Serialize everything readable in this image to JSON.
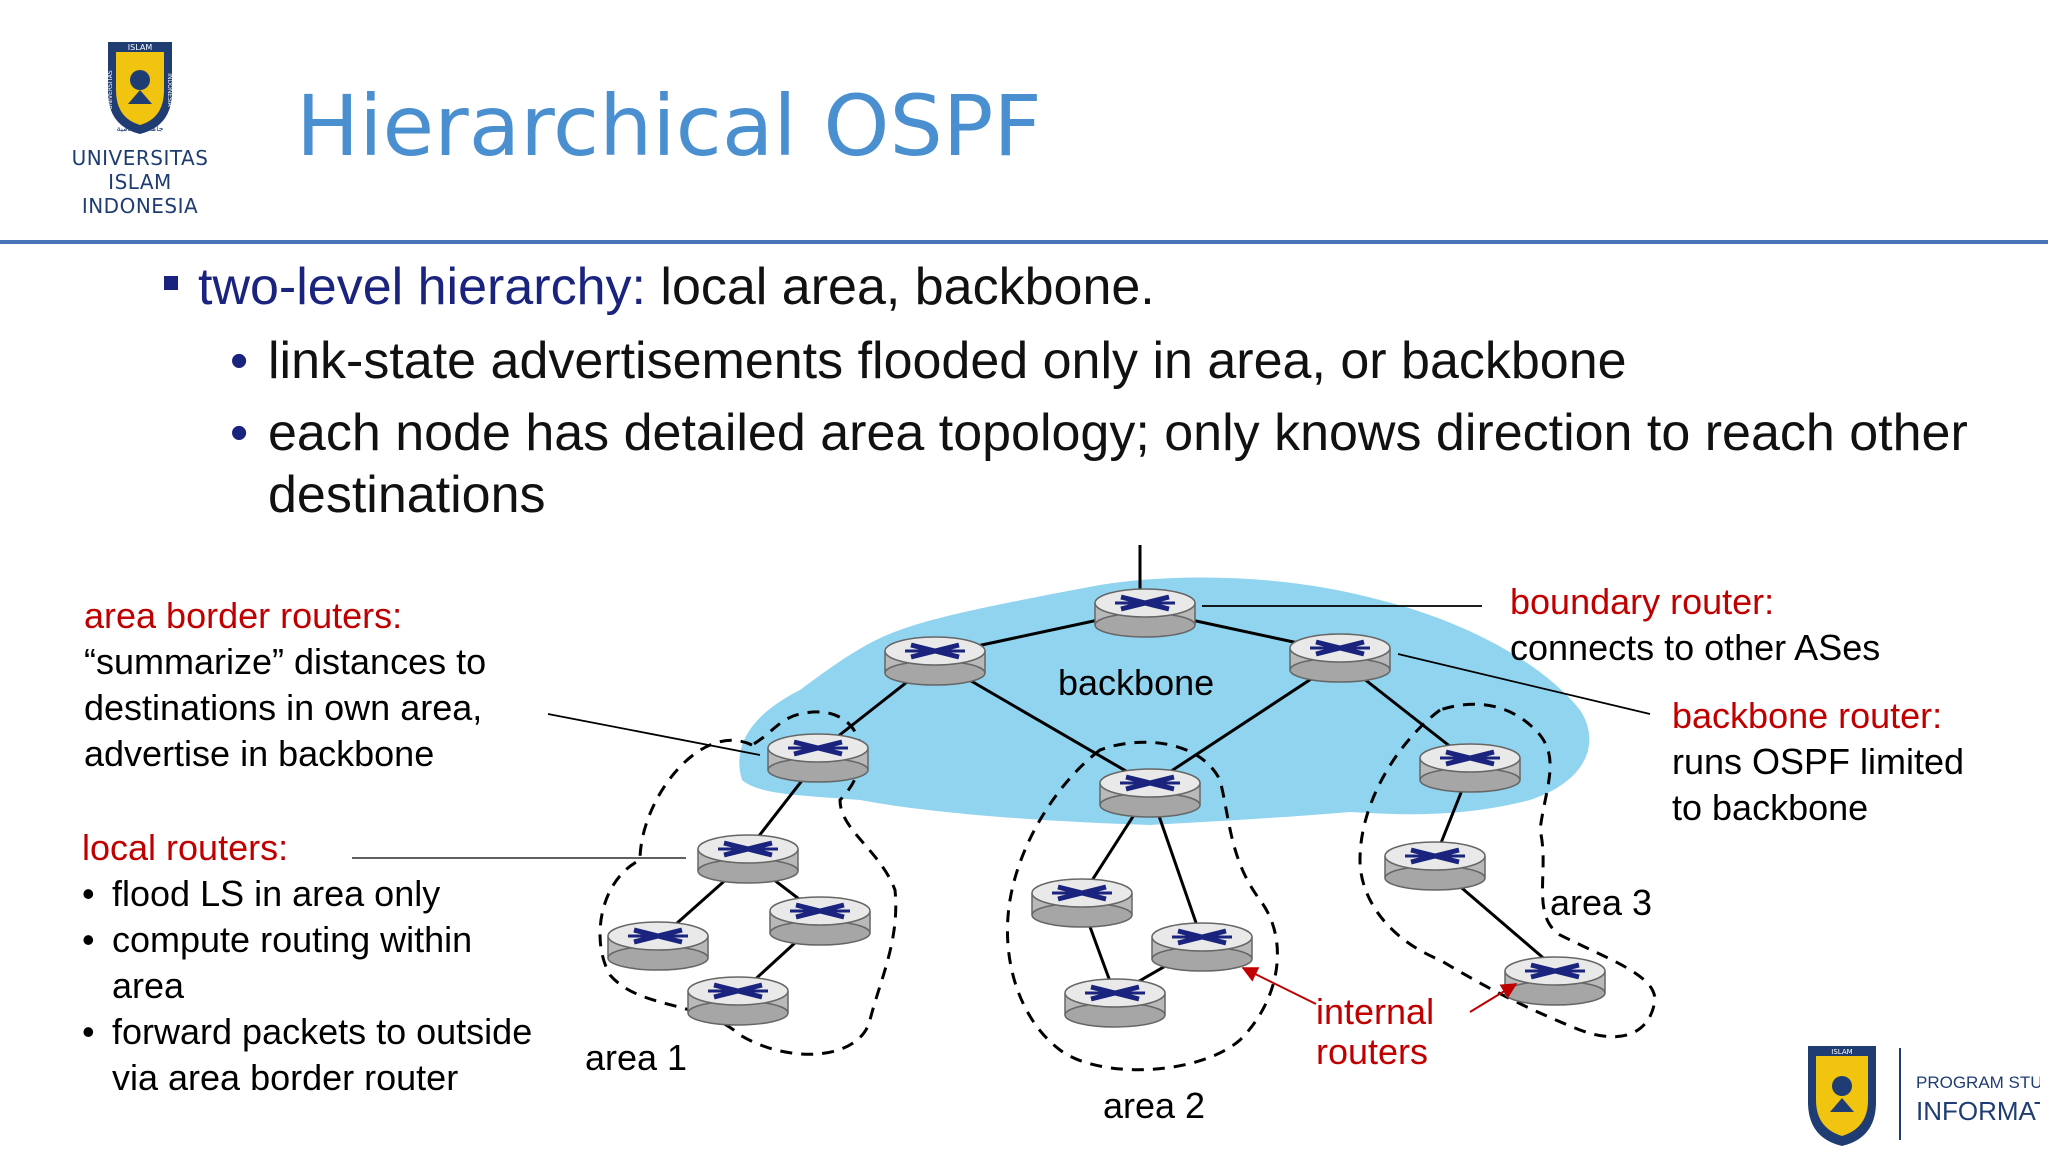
{
  "header": {
    "logo_text_top": "ISLAM",
    "logo_text_left": "UNIVERSITAS",
    "logo_text_right": "INDONESIA",
    "logo_arabic": "جامعة إسلامية",
    "university_lines": [
      "UNIVERSITAS",
      "ISLAM",
      "INDONESIA"
    ],
    "title": "Hierarchical OSPF"
  },
  "bullets": {
    "level1": {
      "keyword": "two-level hierarchy:",
      "text": " local area, backbone."
    },
    "level2": [
      "link-state advertisements flooded only in area, or backbone",
      "each node has detailed area topology; only knows direction to reach other destinations"
    ]
  },
  "diagram": {
    "backbone_label": "backbone",
    "area_labels": [
      "area 1",
      "area 2",
      "area 3"
    ],
    "annotations": {
      "area_border": {
        "title": "area border routers:",
        "lines": [
          "“summarize” distances  to",
          "destinations in own area,",
          "advertise in backbone"
        ]
      },
      "local": {
        "title": "local routers:",
        "items": [
          [
            "flood LS in area only"
          ],
          [
            "compute routing within",
            "area"
          ],
          [
            "forward packets to outside",
            "via area border router"
          ]
        ]
      },
      "boundary": {
        "title": "boundary router:",
        "lines": [
          "connects to other ASes"
        ]
      },
      "backbone_router": {
        "title": "backbone router:",
        "lines": [
          "runs OSPF limited",
          "to backbone"
        ]
      },
      "internal": {
        "lines": [
          "internal",
          "routers"
        ]
      }
    }
  },
  "footer": {
    "program_line1": "PROGRAM STUDI",
    "program_line2": "INFORMATIKA"
  },
  "colors": {
    "title": "#4a8fd0",
    "keyword": "#1a237e",
    "annotation_red": "#c00000",
    "backbone_fill": "#90d4f0",
    "router_x": "#1a237e"
  }
}
